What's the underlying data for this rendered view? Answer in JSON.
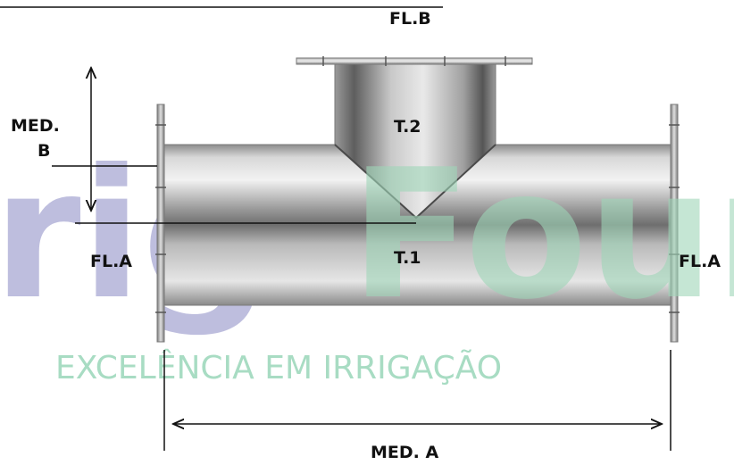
{
  "labels": {
    "fl_b": "FL.B",
    "med_b_line1": "MED.",
    "med_b_line2": "B",
    "t2": "T.2",
    "t1": "T.1",
    "fl_a_left": "FL.A",
    "fl_a_right": "FL.A",
    "med_a": "MED. A"
  },
  "watermark": {
    "wordmark_left": "riga",
    "wordmark_right": "Four",
    "tagline": "EXCELÊNCIA EM IRRIGAÇÃO",
    "colors": {
      "purple": "#b3b3d9",
      "green": "#9fd6b8",
      "tagline": "#a8dcc3"
    }
  },
  "colors": {
    "text": "#111111",
    "line": "#111111",
    "steel_light": "#e2e2e2",
    "steel_dark": "#6b6b6b"
  }
}
